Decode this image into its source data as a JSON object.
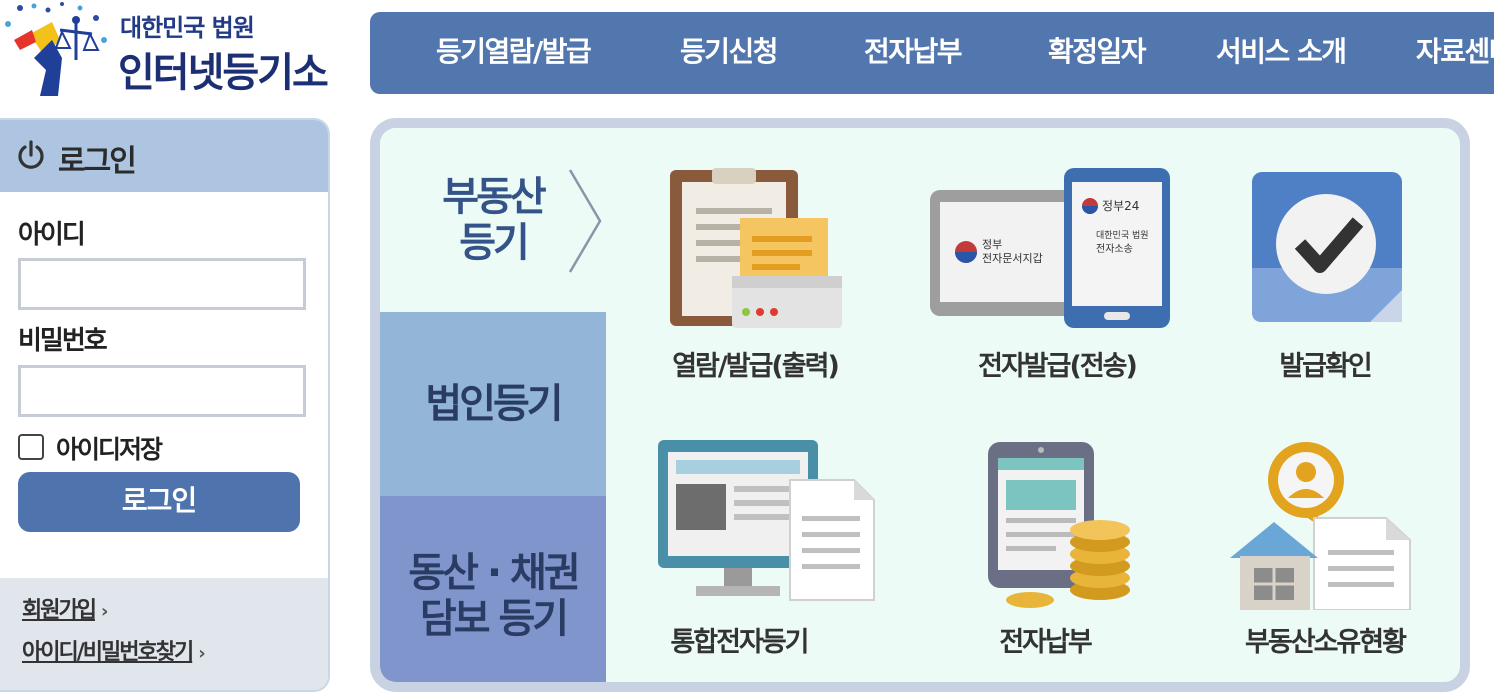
{
  "logo": {
    "subtitle": "대한민국 법원",
    "title": "인터넷등기소"
  },
  "topnav": {
    "items": [
      {
        "label": "등기열람/발급"
      },
      {
        "label": "등기신청"
      },
      {
        "label": "전자납부"
      },
      {
        "label": "확정일자"
      },
      {
        "label": "서비스 소개"
      },
      {
        "label": "자료센터"
      }
    ]
  },
  "login": {
    "title": "로그인",
    "id_label": "아이디",
    "id_value": "",
    "password_label": "비밀번호",
    "password_value": "",
    "save_id_label": "아이디저장",
    "save_id_checked": false,
    "button_label": "로그인",
    "links": [
      {
        "label": "회원가입"
      },
      {
        "label": "아이디/비밀번호찾기"
      }
    ]
  },
  "categories": [
    {
      "label_line1": "부동산",
      "label_line2": "등기",
      "selected": true
    },
    {
      "label_line1": "법인등기",
      "label_line2": ""
    },
    {
      "label_line1": "동산 · 채권",
      "label_line2": "담보 등기"
    }
  ],
  "services": [
    {
      "label": "열람/발급(출력)",
      "icon": "printer-documents-icon"
    },
    {
      "label": "전자발급(전송)",
      "icon": "tablet-phone-icon",
      "screen_text": "정부 전자문서지갑",
      "phone_text_1": "정부24",
      "phone_text_2": "대한민국 법원",
      "phone_text_3": "전자소송"
    },
    {
      "label": "발급확인",
      "icon": "checkmark-icon"
    },
    {
      "label": "통합전자등기",
      "icon": "monitor-document-icon"
    },
    {
      "label": "전자납부",
      "icon": "tablet-coins-icon"
    },
    {
      "label": "부동산소유현황",
      "icon": "house-owner-icon"
    }
  ],
  "colors": {
    "nav_bg": "#5276ae",
    "login_header": "#adc5e1",
    "login_button": "#4e73ad",
    "panel_bg": "#ecfbf6",
    "category_corp": "#92b5d8",
    "category_movable": "#7f95cc",
    "brand_text": "#1d2f73"
  }
}
